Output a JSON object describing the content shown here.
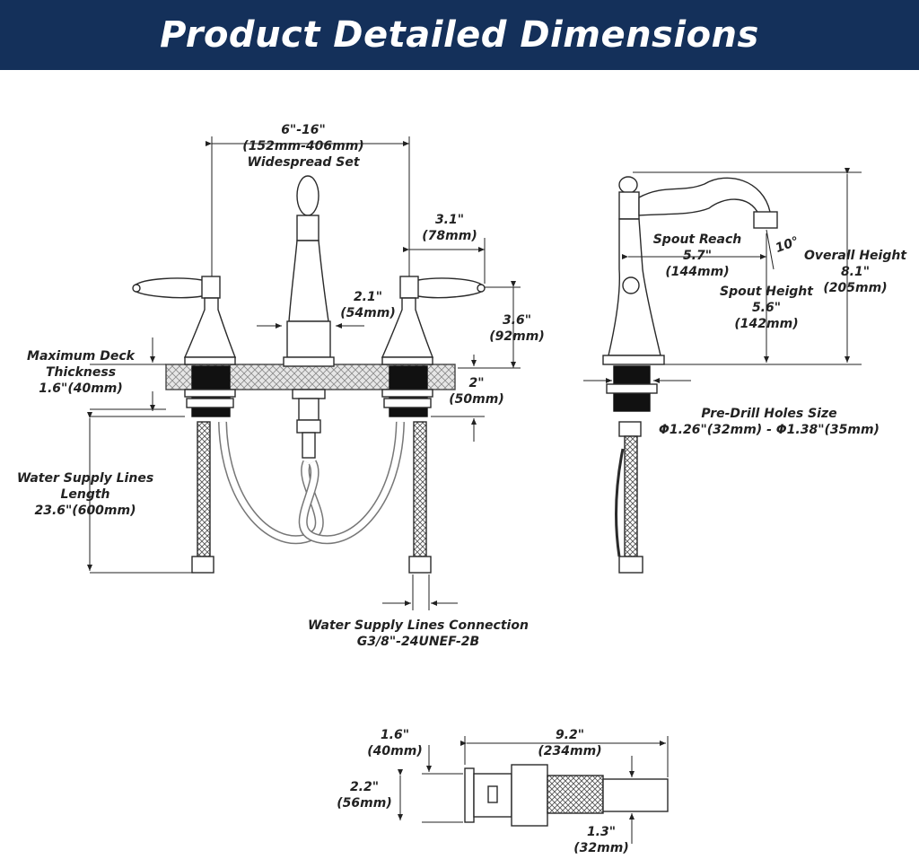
{
  "header": {
    "title": "Product Detailed Dimensions"
  },
  "colors": {
    "banner": "#14305a",
    "line": "#2a2a2a",
    "deck": "#cfcfcf",
    "nut": "#111111"
  },
  "front_view": {
    "widespread": {
      "line1": "6\"-16\"",
      "line2": "(152mm-406mm)",
      "line3": "Widespread Set"
    },
    "handle_reach": {
      "line1": "3.1\"",
      "line2": "(78mm)"
    },
    "spout_base": {
      "line1": "2.1\"",
      "line2": "(54mm)"
    },
    "handle_height": {
      "line1": "3.6\"",
      "line2": "(92mm)"
    },
    "deck_thickness": {
      "line1": "Maximum Deck",
      "line2": "Thickness",
      "line3": "1.6\"(40mm)"
    },
    "shank": {
      "line1": "2\"",
      "line2": "(50mm)"
    },
    "supply_length": {
      "line1": "Water Supply Lines",
      "line2": "Length",
      "line3": "23.6\"(600mm)"
    },
    "connection": {
      "line1": "Water Supply Lines Connection",
      "line2": "G3/8\"-24UNEF-2B"
    }
  },
  "side_view": {
    "spout_reach": {
      "line1": "Spout Reach",
      "line2": "5.7\"",
      "line3": "(144mm)"
    },
    "angle": {
      "label": "10°"
    },
    "overall_height": {
      "line1": "Overall Height",
      "line2": "8.1\"",
      "line3": "(205mm)"
    },
    "spout_height": {
      "line1": "Spout Height",
      "line2": "5.6\"",
      "line3": "(142mm)"
    },
    "pre_drill": {
      "line1": "Pre-Drill Holes Size",
      "line2": "Φ1.26\"(32mm) - Φ1.38\"(35mm)"
    }
  },
  "drain_view": {
    "flange_height": {
      "line1": "1.6\"",
      "line2": "(40mm)"
    },
    "total_length": {
      "line1": "9.2\"",
      "line2": "(234mm)"
    },
    "flange_dia": {
      "line1": "2.2\"",
      "line2": "(56mm)"
    },
    "tail_dia": {
      "line1": "1.3\"",
      "line2": "(32mm)"
    }
  }
}
